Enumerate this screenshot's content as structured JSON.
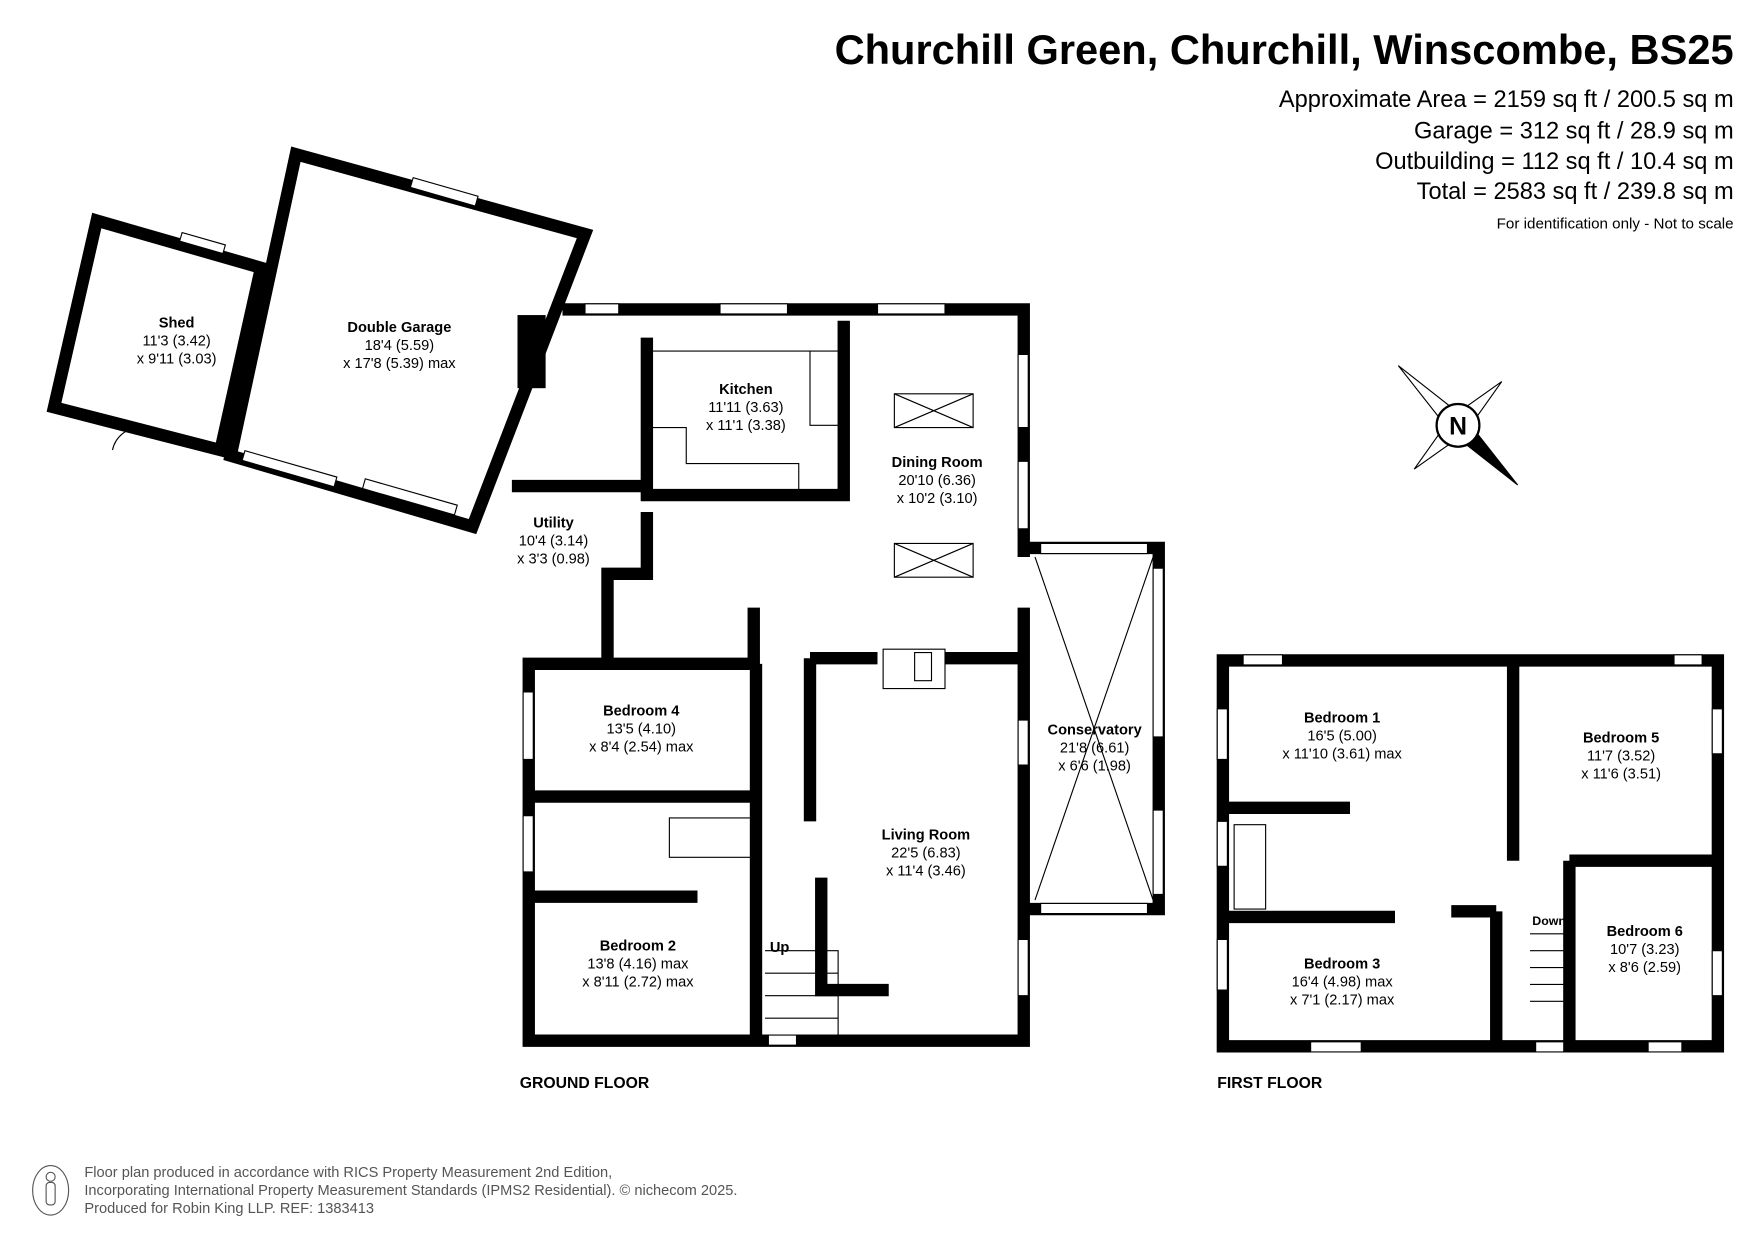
{
  "header": {
    "title": "Churchill Green, Churchill, Winscombe, BS25",
    "areas": [
      "Approximate Area = 2159 sq ft / 200.5 sq m",
      "Garage = 312 sq ft / 28.9 sq m",
      "Outbuilding = 112 sq ft / 10.4 sq m",
      "Total = 2583 sq ft / 239.8 sq m"
    ],
    "note": "For identification only - Not to scale"
  },
  "compass": {
    "label": "N",
    "icon": "compass-north-icon"
  },
  "ground_floor": {
    "label": "GROUND FLOOR",
    "stairs_label": "Up",
    "rooms": [
      {
        "name": "Shed",
        "dims": [
          "11'3 (3.42)",
          "x 9'11 (3.03)"
        ]
      },
      {
        "name": "Double Garage",
        "dims": [
          "18'4 (5.59)",
          "x 17'8 (5.39) max"
        ]
      },
      {
        "name": "Kitchen",
        "dims": [
          "11'11 (3.63)",
          "x 11'1 (3.38)"
        ]
      },
      {
        "name": "Dining Room",
        "dims": [
          "20'10 (6.36)",
          "x 10'2 (3.10)"
        ]
      },
      {
        "name": "Utility",
        "dims": [
          "10'4 (3.14)",
          "x 3'3 (0.98)"
        ]
      },
      {
        "name": "Bedroom 4",
        "dims": [
          "13'5 (4.10)",
          "x 8'4 (2.54) max"
        ]
      },
      {
        "name": "Conservatory",
        "dims": [
          "21'8 (6.61)",
          "x 6'6 (1.98)"
        ]
      },
      {
        "name": "Living Room",
        "dims": [
          "22'5 (6.83)",
          "x 11'4 (3.46)"
        ]
      },
      {
        "name": "Bedroom 2",
        "dims": [
          "13'8 (4.16) max",
          "x 8'11 (2.72) max"
        ]
      }
    ]
  },
  "first_floor": {
    "label": "FIRST FLOOR",
    "stairs_label": "Down",
    "rooms": [
      {
        "name": "Bedroom 1",
        "dims": [
          "16'5 (5.00)",
          "x 11'10 (3.61) max"
        ]
      },
      {
        "name": "Bedroom 5",
        "dims": [
          "11'7 (3.52)",
          "x 11'6 (3.51)"
        ]
      },
      {
        "name": "Bedroom 3",
        "dims": [
          "16'4 (4.98) max",
          "x 7'1 (2.17)  max"
        ]
      },
      {
        "name": "Bedroom 6",
        "dims": [
          "10'7 (3.23)",
          "x 8'6 (2.59)"
        ]
      }
    ]
  },
  "footer": {
    "lines": [
      "Floor plan produced in accordance with RICS Property Measurement 2nd Edition,",
      "Incorporating International Property Measurement Standards (IPMS2 Residential).   © nichecom 2025.",
      "Produced for Robin King LLP.   REF:  1383413"
    ]
  }
}
